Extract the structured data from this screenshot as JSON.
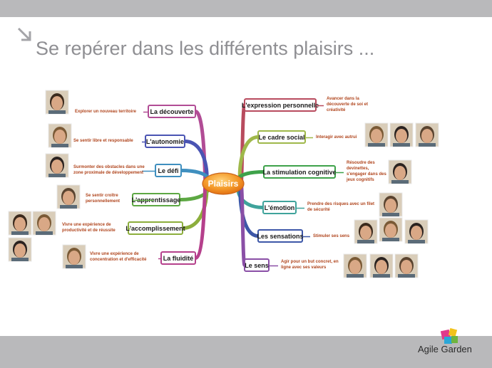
{
  "slide": {
    "title": "Se repérer dans les différents plaisirs ...",
    "brand": "Agile Garden"
  },
  "center": {
    "label": "Plaisirs"
  },
  "branches_left": [
    {
      "label": "La découverte",
      "note": [
        "Explorer un nouveau territoire"
      ],
      "color": "#b14c95"
    },
    {
      "label": "L'autonomie",
      "note": [
        "Se sentir libre et responsable"
      ],
      "color": "#4a54b3"
    },
    {
      "label": "Le défi",
      "note": [
        "Surmonter des obstacles dans une",
        "zone proximale de développement"
      ],
      "color": "#3f8fbf"
    },
    {
      "label": "L'apprentissage",
      "note": [
        "Se sentir croître",
        "personnellement"
      ],
      "color": "#5da843"
    },
    {
      "label": "L'accomplissement",
      "note": [
        "Vivre une expérience de",
        "productivité et de réussite"
      ],
      "color": "#8cae3c"
    },
    {
      "label": "La fluidité",
      "note": [
        "Vivre une expérience de",
        "concentration et d'efficacité"
      ],
      "color": "#b5408c"
    }
  ],
  "branches_right": [
    {
      "label": "L'expression personnelle",
      "note": [
        "Avancer dans la",
        "découverte de soi et",
        "créativité"
      ],
      "color": "#b84b5e"
    },
    {
      "label": "Le cadre social",
      "note": [
        "Interagir avec autrui"
      ],
      "color": "#9fb84a"
    },
    {
      "label": "La stimulation cognitive",
      "note": [
        "Résoudre des",
        "devinettes,",
        "s'engager dans des",
        "jeux cognitifs"
      ],
      "color": "#3ea24a"
    },
    {
      "label": "L'émotion",
      "note": [
        "Prendre des risques avec un filet",
        "de sécurité"
      ],
      "color": "#3fa39b"
    },
    {
      "label": "Les sensations",
      "note": [
        "Stimuler ses sens"
      ],
      "color": "#3d57a8"
    },
    {
      "label": "Le sens",
      "note": [
        "Agir pour un but concret, en",
        "ligne avec ses valeurs"
      ],
      "color": "#8a4fa6"
    }
  ],
  "photo_icon": "person-photo"
}
